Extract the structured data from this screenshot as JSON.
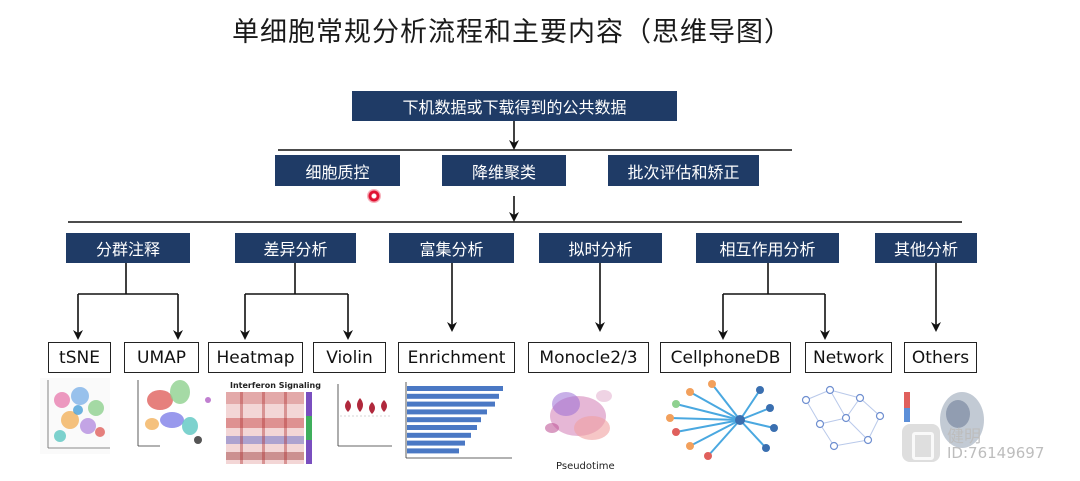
{
  "title": "单细胞常规分析流程和主要内容（思维导图）",
  "root": {
    "label": "下机数据或下载得到的公共数据"
  },
  "preprocess": [
    {
      "label": "细胞质控"
    },
    {
      "label": "降维聚类"
    },
    {
      "label": "批次评估和矫正"
    }
  ],
  "analyses": [
    {
      "label": "分群注释"
    },
    {
      "label": "差异分析"
    },
    {
      "label": "富集分析"
    },
    {
      "label": "拟时分析"
    },
    {
      "label": "相互作用分析"
    },
    {
      "label": "其他分析"
    }
  ],
  "tools": [
    {
      "label": "tSNE"
    },
    {
      "label": "UMAP"
    },
    {
      "label": "Heatmap"
    },
    {
      "label": "Violin"
    },
    {
      "label": "Enrichment"
    },
    {
      "label": "Monocle2/3"
    },
    {
      "label": "CellphoneDB"
    },
    {
      "label": "Network"
    },
    {
      "label": "Others"
    }
  ],
  "thumbnails": {
    "heatmap_title": "Interferon Signaling",
    "monocle_caption": "Pseudotime"
  },
  "watermark": {
    "name": "健明",
    "id": "ID:76149697"
  },
  "colors": {
    "node_fill": "#1f3b66",
    "node_text": "#ffffff",
    "line": "#111111"
  }
}
